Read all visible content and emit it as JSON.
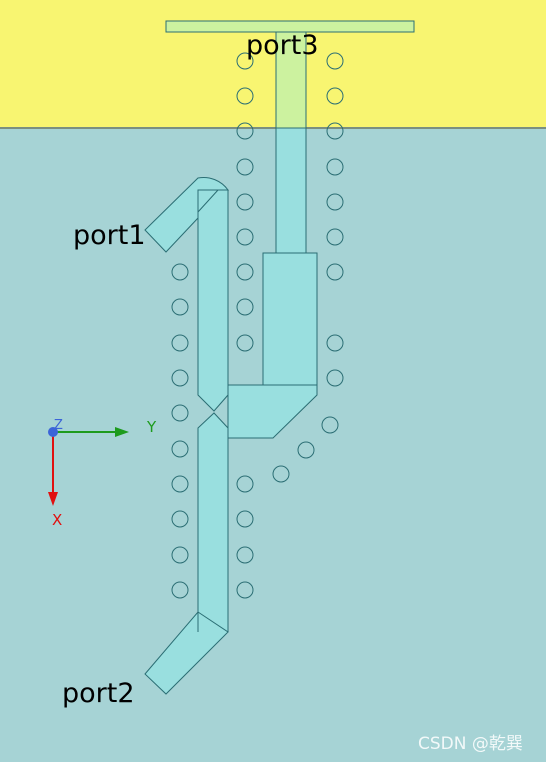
{
  "ports": {
    "port1": "port1",
    "port2": "port2",
    "port3": "port3"
  },
  "axes": {
    "x": "X",
    "y": "Y",
    "z": "Z"
  },
  "watermark": "CSDN @乾巽",
  "colors": {
    "yellow_region": "#f8f571",
    "board": "#a6d3d5",
    "trace": "#99dfdf",
    "trace_on_yellow": "#ccf29f",
    "outline": "#2b6e74",
    "x_axis": "#e01010",
    "y_axis": "#1d9b1d",
    "z_axis": "#3b64d8",
    "watermark": "#ffffff"
  }
}
